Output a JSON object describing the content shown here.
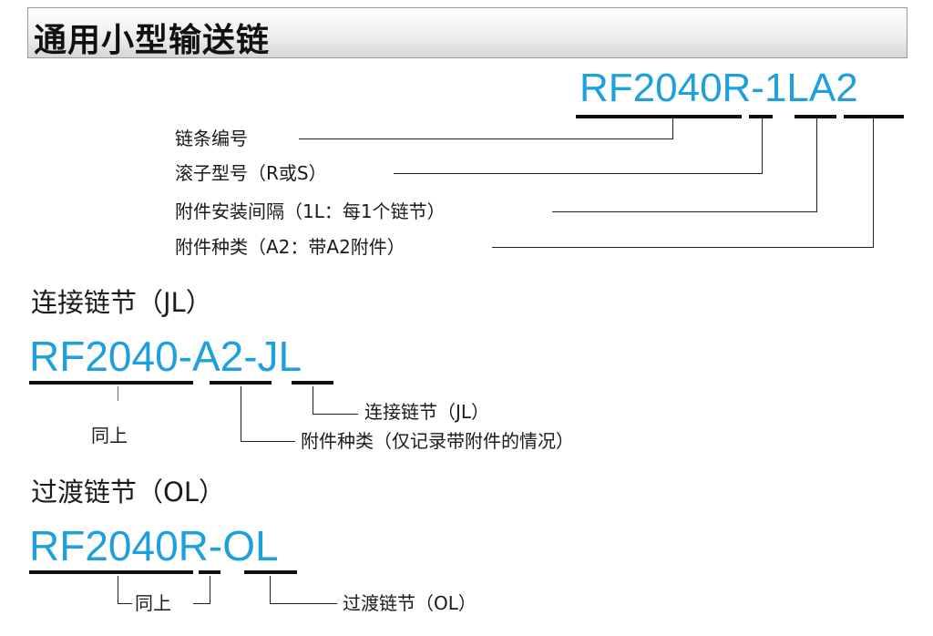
{
  "header": {
    "title": "通用小型输送链"
  },
  "main_code": {
    "text": "RF2040R-1LA2",
    "labels": [
      "链条编号",
      "滚子型号（R或S）",
      "附件安装间隔（1L：每1个链节）",
      "附件种类（A2：带A2附件）"
    ]
  },
  "joint_link": {
    "heading": "连接链节（JL）",
    "code": "RF2040-A2-JL",
    "label_same": "同上",
    "label_joint": "连接链节（JL）",
    "label_attachment": "附件种类（仅记录带附件的情况）"
  },
  "offset_link": {
    "heading": "过渡链节（OL）",
    "code": "RF2040R-OL",
    "label_same": "同上",
    "label_offset": "过渡链节（OL）"
  },
  "colors": {
    "code_blue": "#1ea0dc",
    "text": "#1a1a1a"
  }
}
